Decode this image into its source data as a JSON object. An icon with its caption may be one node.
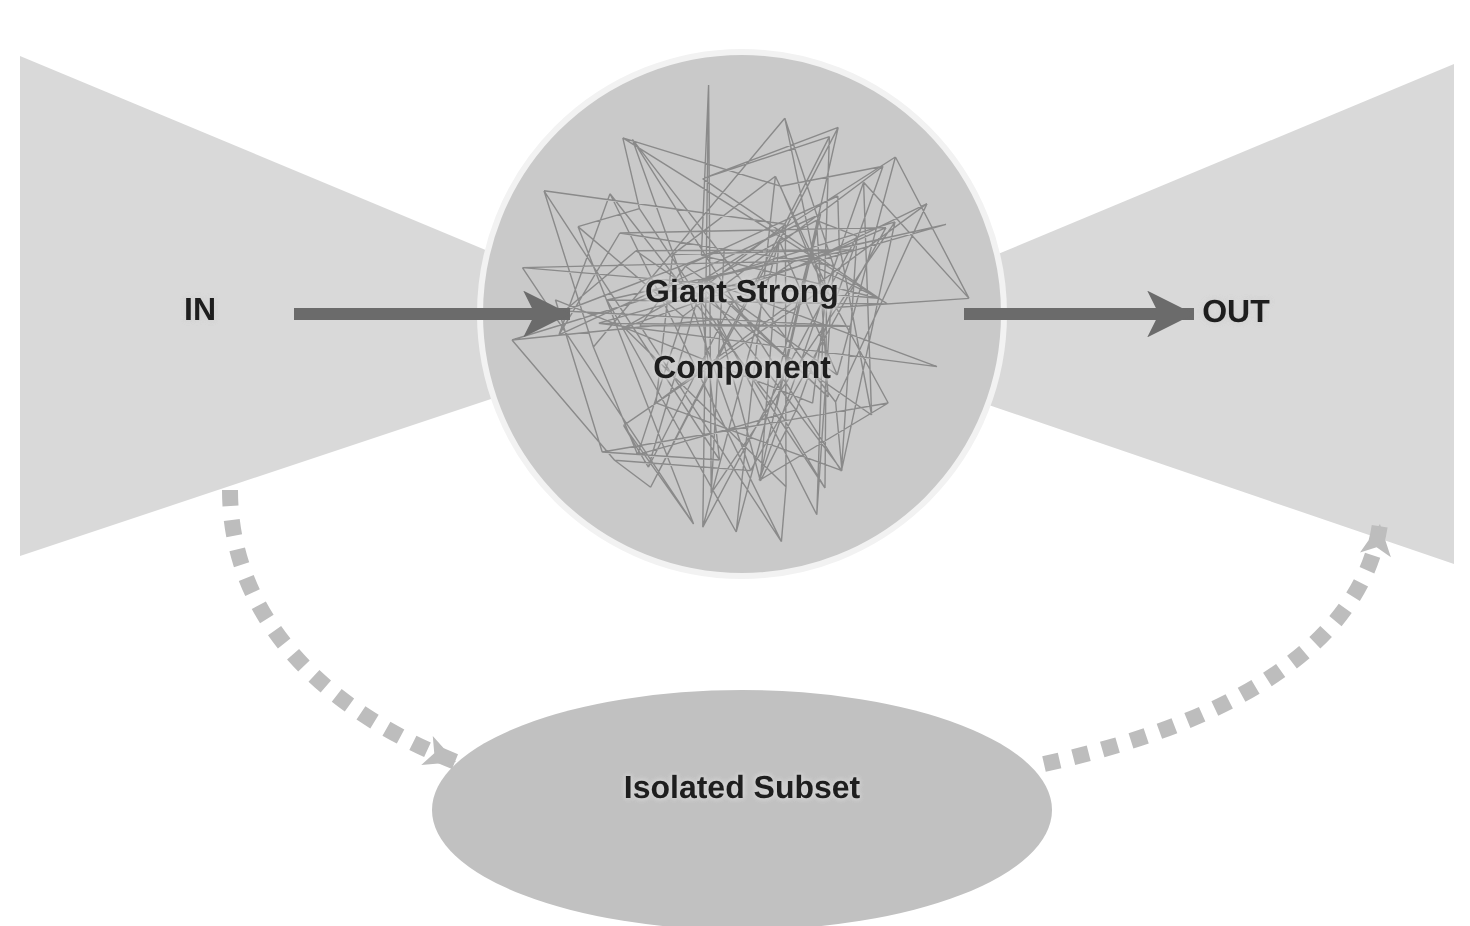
{
  "diagram": {
    "nodes": [
      {
        "text": [
          "IN"
        ]
      },
      {
        "text": [
          "Giant Strong Component"
        ]
      },
      {
        "text": [
          "OUT"
        ]
      },
      {
        "text": [
          "Isolated Subset"
        ]
      }
    ],
    "edges": [
      {
        "from": 0,
        "to": 1,
        "arrow": "to"
      },
      {
        "from": 1,
        "to": 2,
        "arrow": "to"
      },
      {
        "from": 0,
        "to": 3,
        "arrow": "to",
        "style": "dashed",
        "color": "#bdbdbd"
      },
      {
        "from": 3,
        "to": 2,
        "arrow": "to",
        "style": "dashed",
        "color": "#bdbdbd"
      }
    ]
  }
}
